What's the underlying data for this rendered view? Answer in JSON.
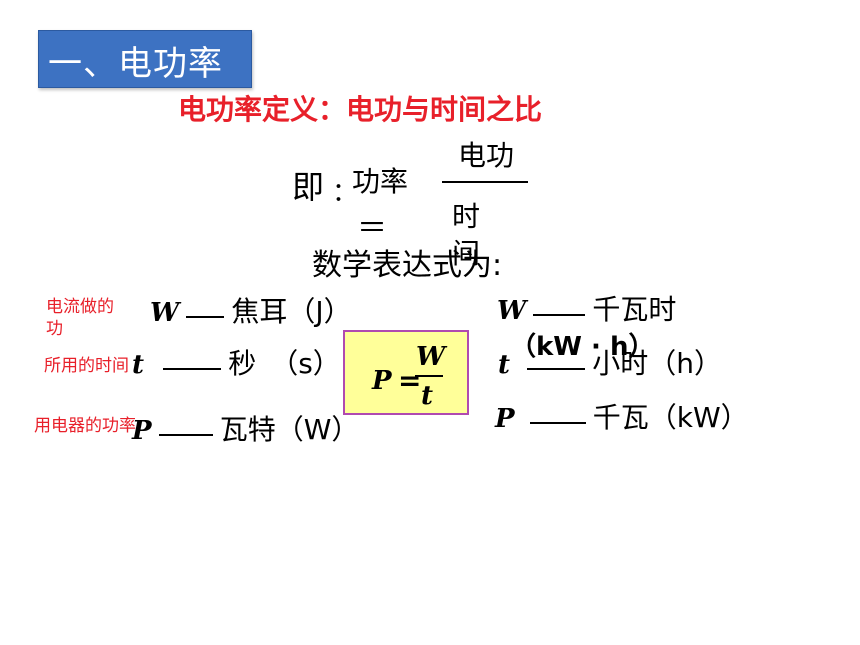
{
  "slide": {
    "title": "一、电功率",
    "definition": "电功率定义：电功与时间之比",
    "word_formula": {
      "prefix": "即",
      "colon": "：",
      "lhs": "功率",
      "equals": "＝",
      "numerator": "电功",
      "denominator_line1": "时",
      "denominator_line2": "间"
    },
    "expression_label": "数学表达式为:",
    "formula": {
      "lhs": "P",
      "equals": "=",
      "numerator": "W",
      "denominator": "t"
    },
    "left_units": [
      {
        "note": "电流做的功",
        "symbol": "W",
        "dash": "——",
        "unit": "焦耳（J）"
      },
      {
        "note": "所用的时间",
        "symbol": "t",
        "dash": "——",
        "unit": "秒　（s）"
      },
      {
        "note": "用电器的功率",
        "symbol": "P",
        "dash": "——",
        "unit": "瓦特（W）"
      }
    ],
    "right_units": [
      {
        "symbol": "W",
        "dash": "——",
        "unit_line1": "千瓦时",
        "unit_line2": "（kW · h）"
      },
      {
        "symbol": "t",
        "dash": "——",
        "unit": "小时（h）"
      },
      {
        "symbol": "P",
        "dash": "——",
        "unit": "千瓦（kW）"
      }
    ],
    "colors": {
      "title_bg": "#3d72c2",
      "red": "#e8202a",
      "formula_bg": "#ffff99",
      "formula_border": "#b04ab0"
    }
  }
}
